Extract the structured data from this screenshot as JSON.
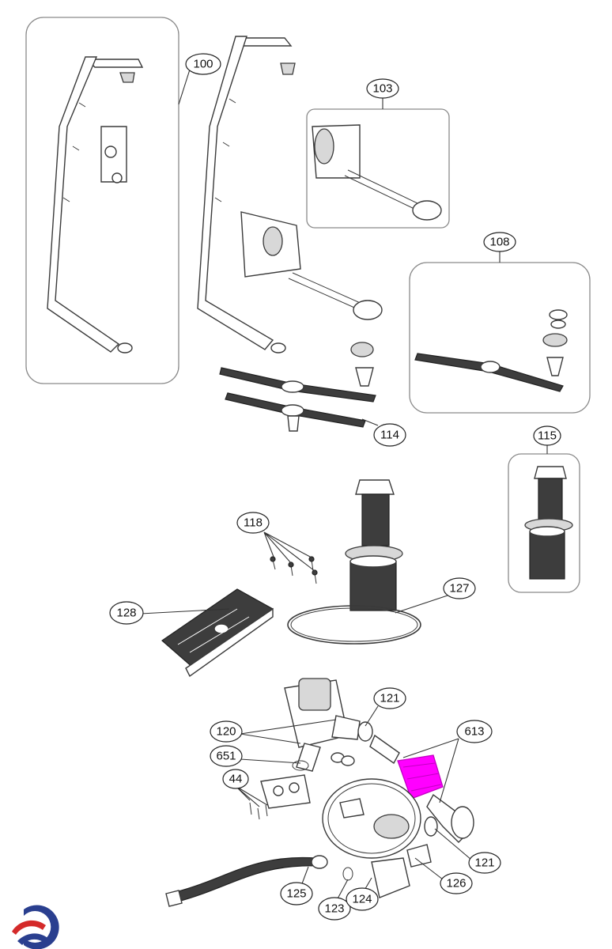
{
  "callouts": {
    "c100": "100",
    "c103": "103",
    "c108": "108",
    "c114": "114",
    "c115": "115",
    "c118": "118",
    "c127": "127",
    "c128": "128",
    "c121a": "121",
    "c120": "120",
    "c651": "651",
    "c613": "613",
    "c44": "44",
    "c121b": "121",
    "c126": "126",
    "c125": "125",
    "c123": "123",
    "c124": "124"
  },
  "colors": {
    "highlight": "#ff00ff",
    "logo_blue": "#2a3f8f",
    "logo_red": "#d42a2a"
  }
}
